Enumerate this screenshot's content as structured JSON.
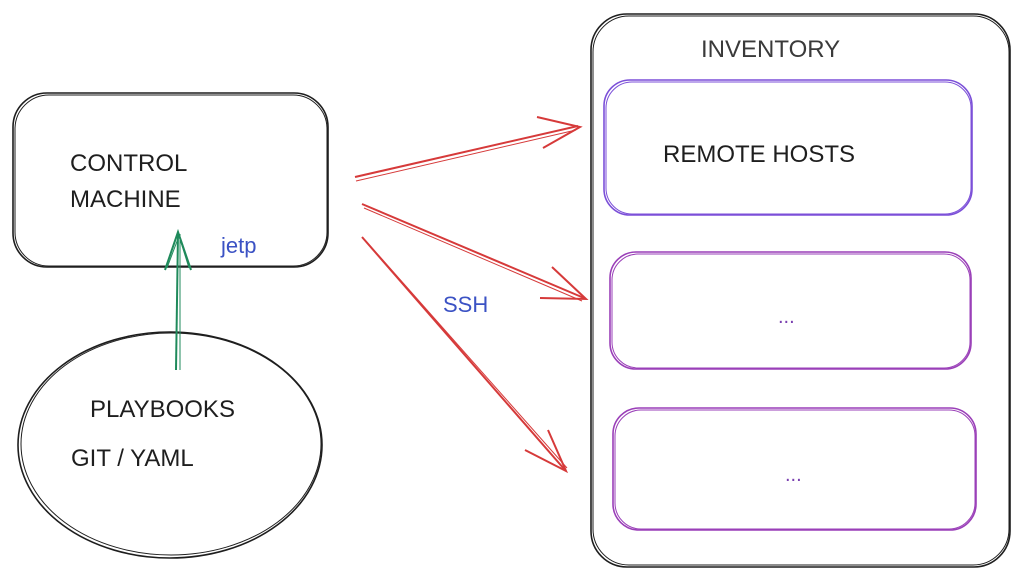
{
  "control_machine": {
    "line1": "CONTROL",
    "line2": "MACHINE"
  },
  "playbooks": {
    "line1": "PLAYBOOKS",
    "line2": "GIT / YAML"
  },
  "labels": {
    "jetp": "jetp",
    "ssh": "SSH"
  },
  "inventory": {
    "title": "INVENTORY",
    "hosts": [
      "REMOTE HOSTS",
      "...",
      "..."
    ]
  },
  "colors": {
    "stroke": "#1e1e1e",
    "arrow_red": "#d63a3a",
    "arrow_green": "#1f8a5b",
    "label_blue": "#3b52c4",
    "host_border": "#7b4fd8",
    "host_border_alt": "#9a3fb8"
  }
}
